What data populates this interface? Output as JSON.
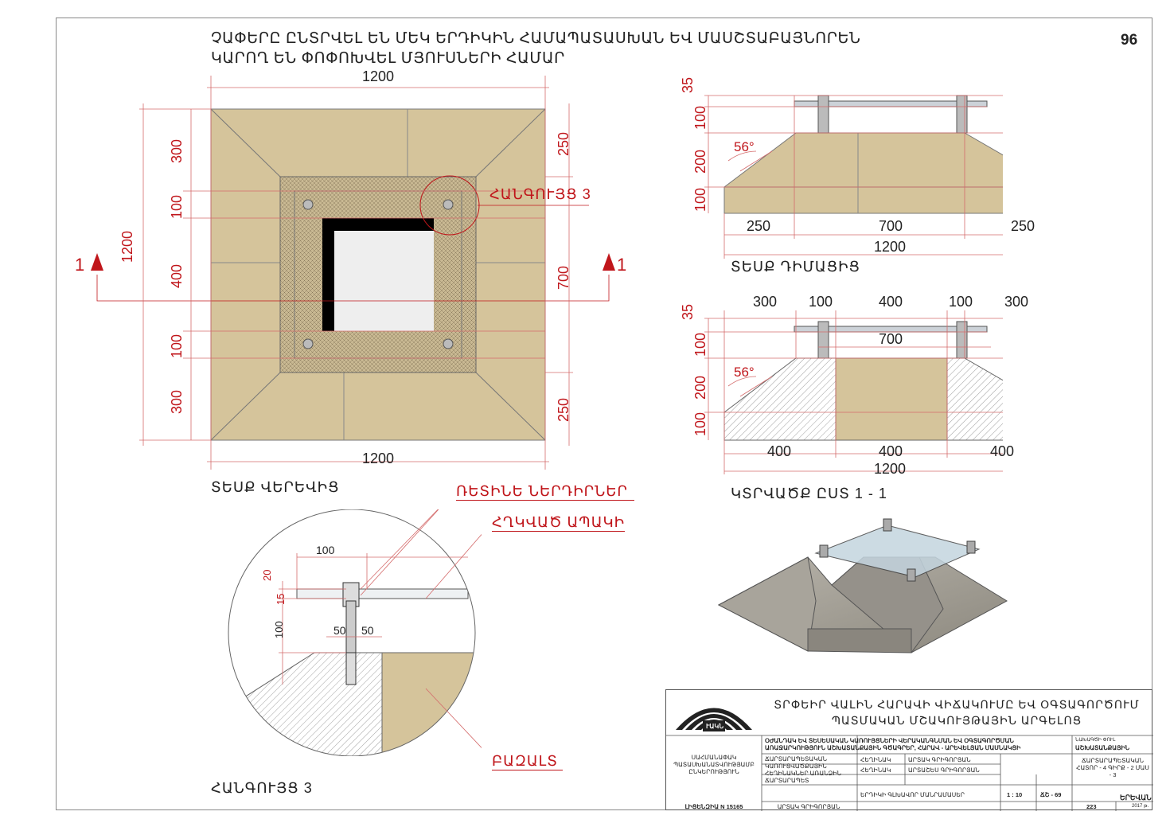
{
  "page_number": "96",
  "note_lines": [
    "ՉԱՓԵՐԸ ԸՆՏՐՎԵԼ ԵՆ ՄԵԿ ԵՐԴԻԿԻՆ ՀԱՄԱՊԱՏԱՍԽԱՆ ԵՎ ՄԱՍՇՏԱԲԱՅՆՈՐԵՆ",
    "ԿԱՐՈՂ ԵՆ ՓՈՓՈԽՎԵԼ ՄՅՈՒՍՆԵՐԻ ՀԱՄԱՐ"
  ],
  "plan": {
    "title": "ՏԵՍՔ ՎԵՐԵՎԻՑ",
    "dim_top": "1200",
    "dim_bottom": "1200",
    "dim_left_total": "1200",
    "dim_left": [
      "300",
      "100",
      "400",
      "100",
      "300"
    ],
    "dim_right": [
      "250",
      "700",
      "250"
    ],
    "section_label": "1",
    "callout": "ՀԱՆԳՈՒՅՑ 3"
  },
  "front": {
    "title": "ՏԵՍՔ ԴԻՄԱՑԻՑ",
    "dims_left": [
      "35",
      "100",
      "200",
      "100"
    ],
    "angle": "56°",
    "dims_bottom": [
      "250",
      "700",
      "250"
    ],
    "dim_total": "1200"
  },
  "section": {
    "title": "ԿՏՐՎԱԾՔ ԸՍՏ 1 - 1",
    "dims_top": [
      "300",
      "100",
      "400",
      "100",
      "300"
    ],
    "dim_inner": "700",
    "dims_left": [
      "35",
      "100",
      "200",
      "100"
    ],
    "angle": "56°",
    "dims_bottom": [
      "400",
      "400",
      "400"
    ],
    "dim_total": "1200"
  },
  "detail": {
    "title": "ՀԱՆԳՈՒՅՑ 3",
    "label_rubber": "ՌԵՏԻՆԵ ՆԵՐԴԻՐՆԵՐ",
    "label_glass": "ՀՂԿՎԱԾ ԱՊԱԿԻ",
    "label_basalt": "ԲԱԶԱԼՏ",
    "dim_100_top": "100",
    "dim_20": "20",
    "dim_15": "15",
    "dim_100_left": "100",
    "dim_50a": "50",
    "dim_50b": "50"
  },
  "title_block": {
    "org_line1": "ՏՐՓԵԻՐ ՎԱԼԻՆ ՀԱՐԱՎԻ ՎԻՃԱԿՈՒՄԸ ԵՎ ՕԳՏԱԳՈՐԾՈՒՄ",
    "org_line2": "ՊԱՏՄԱԿԱՆ ՄՇԱԿՈՒՅԹԱՅԻՆ ԱՐԳԵԼՈՑ",
    "logo_text": "ՒԱԿՆ",
    "left_col": "ՍԱՀՄԱՆԱՓԱԿ ՊԱՏԱՍԽԱՆԱՏՎՈՒԹՅԱՄԲ ԸՆԿԵՐՈՒԹՅՈՒՆ",
    "license": "ԼԻՑԵՆԶԻԱ N 15165",
    "project_title": "ՕԺԱՆԴԱԿ ԵՎ ՏԵՍԵՍԱԿԱՆ ԿԱՌՈՒՅՑՆԵՐԻ ՎԵՐԱԿԱՆԳՆՄԱՆ ԵՎ ՕԳՏԱԳՈՐԾՄԱՆ ԱՌԱՋԱՐԿՈՒԹՅՈՒՆ ԱՇԽԱՏԱՆՔԱՅԻՆ ԳԾԱԳՐԵՐ, ՀԱՐԱՎ - ԱՐԵՎԵԼՅԱՆ ՄԱՍՆԱԿՑԻ",
    "designer_role": "ՀԵՂԻՆԱԿ",
    "author1": "ԱՐՏԱԿ ԳՐԻԳՈՐՅԱՆ",
    "author2": "ԱՐՏԱՇԵՍ ԳՐԻԳՈՐՅԱՆ",
    "chief": "ԱՐՏԱԿ ԳՐԻԳՈՐՅԱՆ",
    "drawing_name": "ԵՐԴԻԿԻ ԳԼԽԱՎՈՐ ՄԱՆՐԱՄԱՍԵՐ",
    "scale": "1 : 10",
    "sheet_code": "ՃՇ - 69",
    "sheet_no": "223",
    "city": "ԵՐԵՎԱՆ",
    "year": "2017 թ.",
    "stage": "ԱՇԽԱՏԱՆՔԱՅԻՆ",
    "stage_label": "ՆԱԽԱԳԾԻ ՓՈՒԼ",
    "notes": "ՃԱՐՏԱՐԱՊԵՏԱԿԱՆ ԿԱՌՈՒՑՎԱԾՔԱՅԻՆ ՀԵՂԻՆԱԿՆԵՐ ԱՌԱՆՁԻՆ ՃԱՐՏԱՐԱՊԵՏ",
    "section_names": "ՃԱՐՏԱՐԱՊԵՏԱԿԱՆ ՀԱՏՈՐ - 4 ԳԻՐՔ - 2 ՄԱՍ - 3"
  },
  "colors": {
    "sand": "#d5c49b",
    "red": "#c0161b",
    "dim": "#d46b6b",
    "concrete": "#a39f96"
  }
}
